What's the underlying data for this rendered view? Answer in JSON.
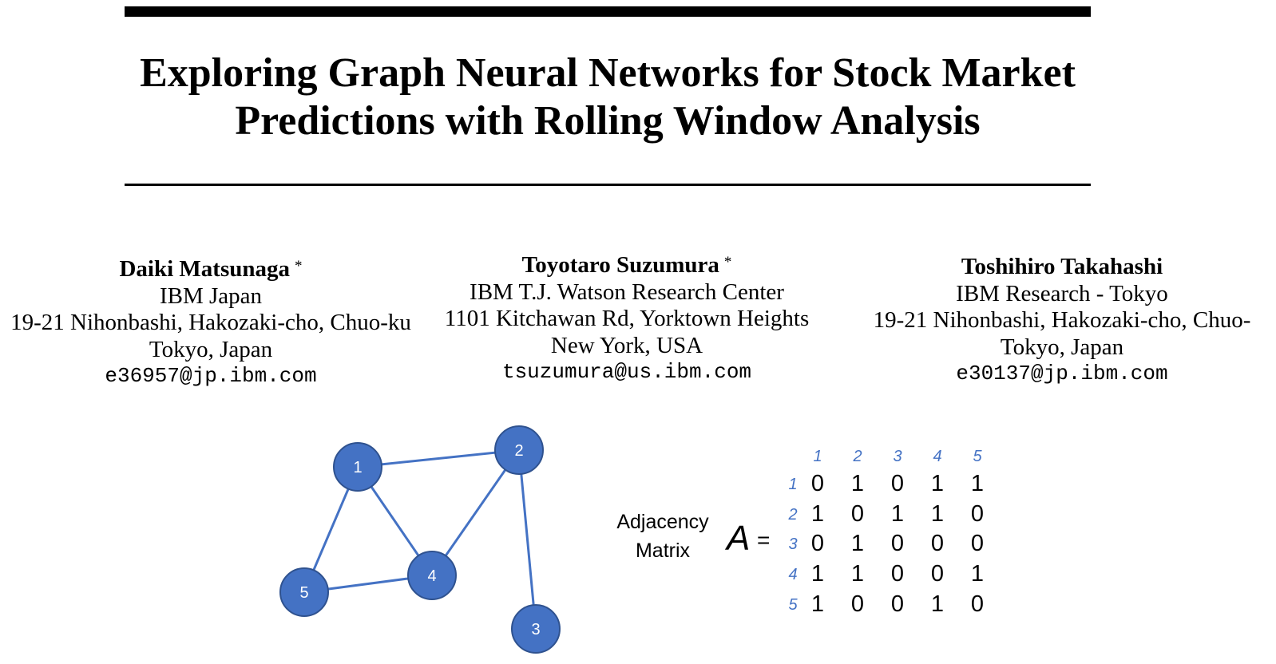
{
  "paper": {
    "title_lines": [
      "Exploring Graph Neural Networks for Stock Market",
      "Predictions with Rolling Window Analysis"
    ],
    "authors": [
      {
        "name": "Daiki Matsunaga",
        "mark": "*",
        "affiliation": "IBM Japan",
        "address": "19-21 Nihonbashi, Hakozaki-cho, Chuo-ku",
        "city": "Tokyo, Japan",
        "email": "e36957@jp.ibm.com"
      },
      {
        "name": "Toyotaro Suzumura",
        "mark": "*",
        "affiliation": "IBM T.J. Watson Research Center",
        "address": "1101 Kitchawan Rd, Yorktown Heights",
        "city": "New York, USA",
        "email": "tsuzumura@us.ibm.com"
      },
      {
        "name": "Toshihiro Takahashi",
        "mark": "",
        "affiliation": "IBM Research - Tokyo",
        "address": "19-21 Nihonbashi, Hakozaki-cho, Chuo-",
        "city": "Tokyo, Japan",
        "email": "e30137@jp.ibm.com"
      }
    ]
  },
  "figure": {
    "node_color": "#4472c4",
    "node_stroke": "#2f528f",
    "edge_color": "#4472c4",
    "index_color": "#4472c4",
    "nodes": [
      {
        "label": "1"
      },
      {
        "label": "2"
      },
      {
        "label": "3"
      },
      {
        "label": "4"
      },
      {
        "label": "5"
      }
    ],
    "edges": [
      [
        "1",
        "2"
      ],
      [
        "1",
        "4"
      ],
      [
        "1",
        "5"
      ],
      [
        "2",
        "4"
      ],
      [
        "2",
        "3"
      ],
      [
        "4",
        "5"
      ]
    ],
    "matrix_caption": [
      "Adjacency",
      "Matrix"
    ],
    "matrix_symbol": "A",
    "equals": "=",
    "column_indices": [
      "1",
      "2",
      "3",
      "4",
      "5"
    ],
    "row_indices": [
      "1",
      "2",
      "3",
      "4",
      "5"
    ],
    "matrix": [
      [
        0,
        1,
        0,
        1,
        1
      ],
      [
        1,
        0,
        1,
        1,
        0
      ],
      [
        0,
        1,
        0,
        0,
        0
      ],
      [
        1,
        1,
        0,
        0,
        1
      ],
      [
        1,
        0,
        0,
        1,
        0
      ]
    ]
  }
}
